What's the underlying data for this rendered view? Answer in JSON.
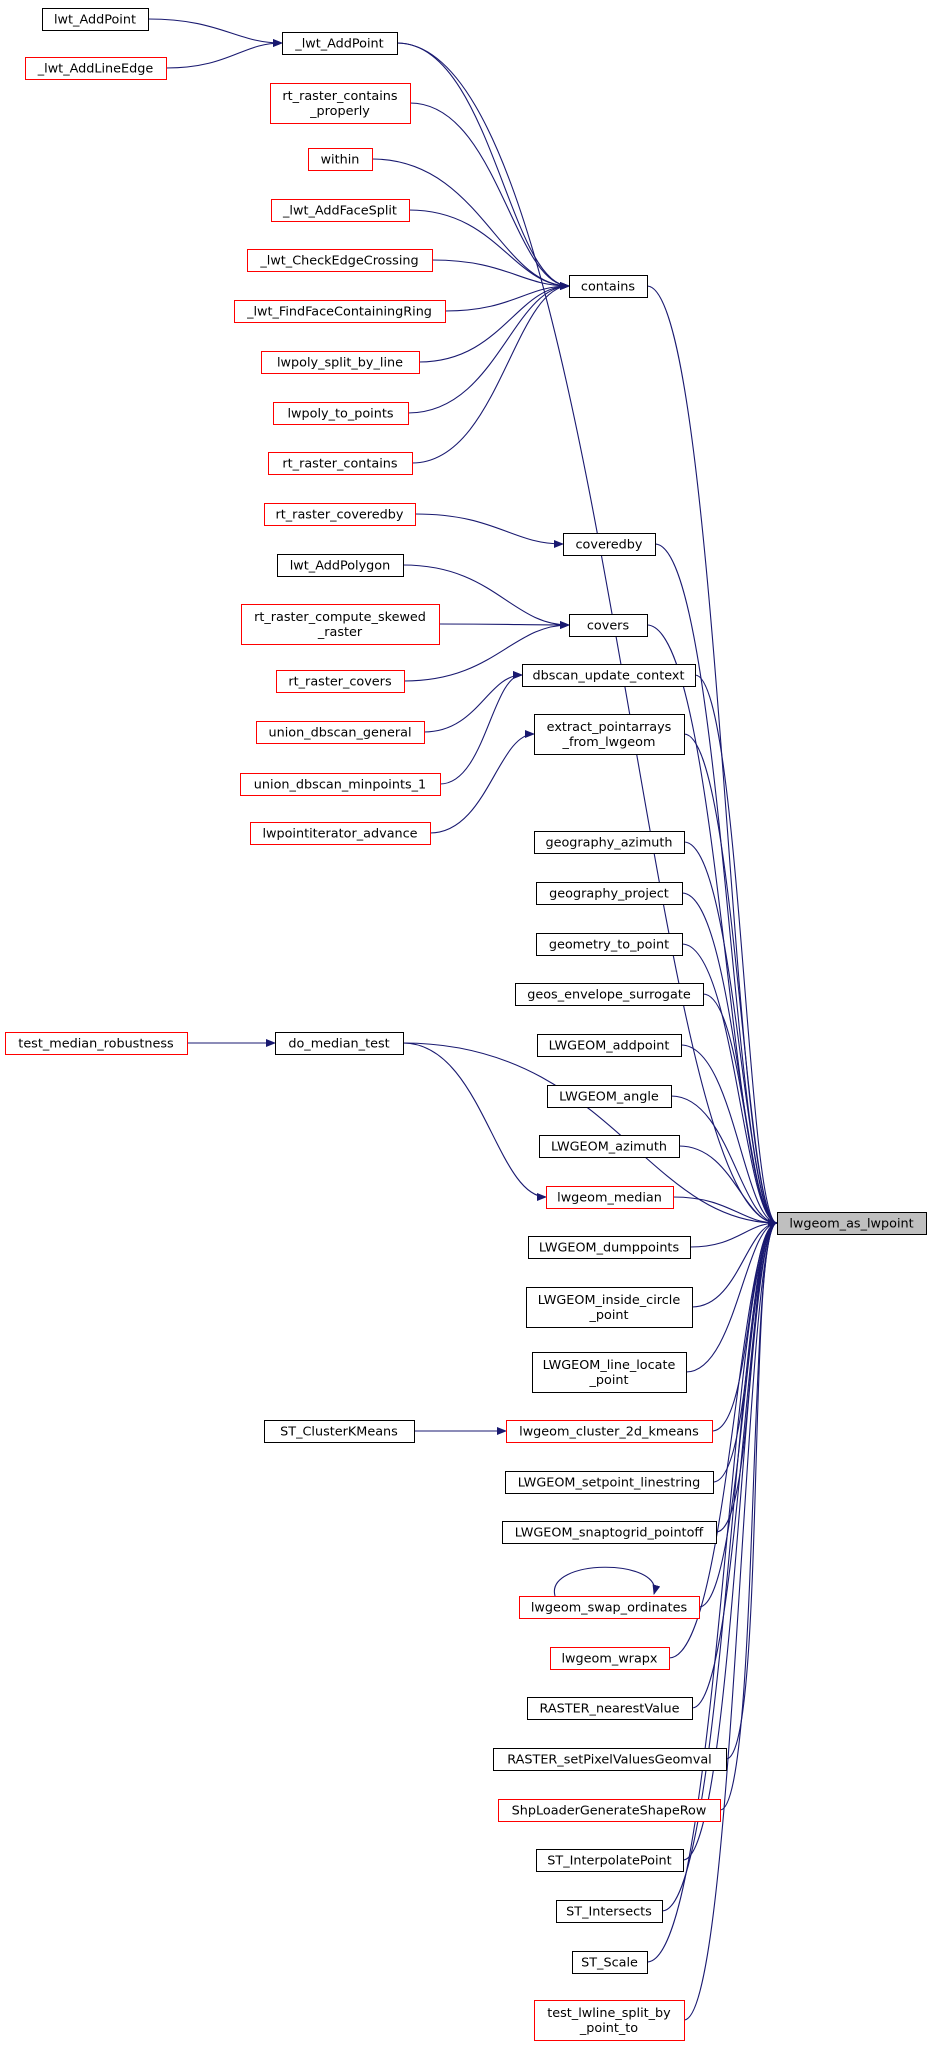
{
  "colors": {
    "edge": "#191970",
    "border_documented": "#000000",
    "border_truncated": "#ff0000",
    "target_fill": "#bfbfbf",
    "node_fill": "#ffffff"
  },
  "target": {
    "id": "lwgeom_as_lwpoint",
    "label": "lwgeom_as_lwpoint"
  },
  "nodes": [
    {
      "id": "lwt_AddPoint",
      "label": "lwt_AddPoint",
      "truncated": false
    },
    {
      "id": "_lwt_AddLineEdge",
      "label": "_lwt_AddLineEdge",
      "truncated": true
    },
    {
      "id": "_lwt_AddPoint",
      "label": "_lwt_AddPoint",
      "truncated": false
    },
    {
      "id": "rt_raster_contains_properly",
      "label": "rt_raster_contains\n_properly",
      "truncated": true
    },
    {
      "id": "within",
      "label": "within",
      "truncated": true
    },
    {
      "id": "_lwt_AddFaceSplit",
      "label": "_lwt_AddFaceSplit",
      "truncated": true
    },
    {
      "id": "_lwt_CheckEdgeCrossing",
      "label": "_lwt_CheckEdgeCrossing",
      "truncated": true
    },
    {
      "id": "_lwt_FindFaceContainingRing",
      "label": "_lwt_FindFaceContainingRing",
      "truncated": true
    },
    {
      "id": "lwpoly_split_by_line",
      "label": "lwpoly_split_by_line",
      "truncated": true
    },
    {
      "id": "lwpoly_to_points",
      "label": "lwpoly_to_points",
      "truncated": true
    },
    {
      "id": "rt_raster_contains",
      "label": "rt_raster_contains",
      "truncated": true
    },
    {
      "id": "contains",
      "label": "contains",
      "truncated": false
    },
    {
      "id": "rt_raster_coveredby",
      "label": "rt_raster_coveredby",
      "truncated": true
    },
    {
      "id": "coveredby",
      "label": "coveredby",
      "truncated": false
    },
    {
      "id": "lwt_AddPolygon",
      "label": "lwt_AddPolygon",
      "truncated": false
    },
    {
      "id": "rt_raster_compute_skewed_raster",
      "label": "rt_raster_compute_skewed\n_raster",
      "truncated": true
    },
    {
      "id": "covers",
      "label": "covers",
      "truncated": false
    },
    {
      "id": "rt_raster_covers",
      "label": "rt_raster_covers",
      "truncated": true
    },
    {
      "id": "dbscan_update_context",
      "label": "dbscan_update_context",
      "truncated": false
    },
    {
      "id": "union_dbscan_general",
      "label": "union_dbscan_general",
      "truncated": true
    },
    {
      "id": "extract_pointarrays_from_lwgeom",
      "label": "extract_pointarrays\n_from_lwgeom",
      "truncated": false
    },
    {
      "id": "union_dbscan_minpoints_1",
      "label": "union_dbscan_minpoints_1",
      "truncated": true
    },
    {
      "id": "lwpointiterator_advance",
      "label": "lwpointiterator_advance",
      "truncated": true
    },
    {
      "id": "geography_azimuth",
      "label": "geography_azimuth",
      "truncated": false
    },
    {
      "id": "geography_project",
      "label": "geography_project",
      "truncated": false
    },
    {
      "id": "geometry_to_point",
      "label": "geometry_to_point",
      "truncated": false
    },
    {
      "id": "geos_envelope_surrogate",
      "label": "geos_envelope_surrogate",
      "truncated": false
    },
    {
      "id": "test_median_robustness",
      "label": "test_median_robustness",
      "truncated": true
    },
    {
      "id": "do_median_test",
      "label": "do_median_test",
      "truncated": false
    },
    {
      "id": "LWGEOM_addpoint",
      "label": "LWGEOM_addpoint",
      "truncated": false
    },
    {
      "id": "LWGEOM_angle",
      "label": "LWGEOM_angle",
      "truncated": false
    },
    {
      "id": "LWGEOM_azimuth",
      "label": "LWGEOM_azimuth",
      "truncated": false
    },
    {
      "id": "lwgeom_median",
      "label": "lwgeom_median",
      "truncated": true
    },
    {
      "id": "LWGEOM_dumppoints",
      "label": "LWGEOM_dumppoints",
      "truncated": false
    },
    {
      "id": "LWGEOM_inside_circle_point",
      "label": "LWGEOM_inside_circle\n_point",
      "truncated": false
    },
    {
      "id": "LWGEOM_line_locate_point",
      "label": "LWGEOM_line_locate\n_point",
      "truncated": false
    },
    {
      "id": "ST_ClusterKMeans",
      "label": "ST_ClusterKMeans",
      "truncated": false
    },
    {
      "id": "lwgeom_cluster_2d_kmeans",
      "label": "lwgeom_cluster_2d_kmeans",
      "truncated": true
    },
    {
      "id": "LWGEOM_setpoint_linestring",
      "label": "LWGEOM_setpoint_linestring",
      "truncated": false
    },
    {
      "id": "LWGEOM_snaptogrid_pointoff",
      "label": "LWGEOM_snaptogrid_pointoff",
      "truncated": false
    },
    {
      "id": "lwgeom_swap_ordinates",
      "label": "lwgeom_swap_ordinates",
      "truncated": true
    },
    {
      "id": "lwgeom_wrapx",
      "label": "lwgeom_wrapx",
      "truncated": true
    },
    {
      "id": "RASTER_nearestValue",
      "label": "RASTER_nearestValue",
      "truncated": false
    },
    {
      "id": "RASTER_setPixelValuesGeomval",
      "label": "RASTER_setPixelValuesGeomval",
      "truncated": false
    },
    {
      "id": "ShpLoaderGenerateShapeRow",
      "label": "ShpLoaderGenerateShapeRow",
      "truncated": true
    },
    {
      "id": "ST_InterpolatePoint",
      "label": "ST_InterpolatePoint",
      "truncated": false
    },
    {
      "id": "ST_Intersects",
      "label": "ST_Intersects",
      "truncated": false
    },
    {
      "id": "ST_Scale",
      "label": "ST_Scale",
      "truncated": false
    },
    {
      "id": "test_lwline_split_by_point_to",
      "label": "test_lwline_split_by\n_point_to",
      "truncated": true
    }
  ],
  "edges": [
    [
      "lwt_AddPoint",
      "_lwt_AddPoint"
    ],
    [
      "_lwt_AddLineEdge",
      "_lwt_AddPoint"
    ],
    [
      "_lwt_AddPoint",
      "contains"
    ],
    [
      "_lwt_AddPoint",
      "lwgeom_as_lwpoint"
    ],
    [
      "rt_raster_contains_properly",
      "contains"
    ],
    [
      "within",
      "contains"
    ],
    [
      "_lwt_AddFaceSplit",
      "contains"
    ],
    [
      "_lwt_CheckEdgeCrossing",
      "contains"
    ],
    [
      "_lwt_FindFaceContainingRing",
      "contains"
    ],
    [
      "lwpoly_split_by_line",
      "contains"
    ],
    [
      "lwpoly_to_points",
      "contains"
    ],
    [
      "rt_raster_contains",
      "contains"
    ],
    [
      "contains",
      "lwgeom_as_lwpoint"
    ],
    [
      "rt_raster_coveredby",
      "coveredby"
    ],
    [
      "coveredby",
      "lwgeom_as_lwpoint"
    ],
    [
      "lwt_AddPolygon",
      "covers"
    ],
    [
      "rt_raster_compute_skewed_raster",
      "covers"
    ],
    [
      "rt_raster_covers",
      "covers"
    ],
    [
      "covers",
      "lwgeom_as_lwpoint"
    ],
    [
      "union_dbscan_general",
      "dbscan_update_context"
    ],
    [
      "union_dbscan_minpoints_1",
      "dbscan_update_context"
    ],
    [
      "dbscan_update_context",
      "lwgeom_as_lwpoint"
    ],
    [
      "lwpointiterator_advance",
      "extract_pointarrays_from_lwgeom"
    ],
    [
      "extract_pointarrays_from_lwgeom",
      "lwgeom_as_lwpoint"
    ],
    [
      "geography_azimuth",
      "lwgeom_as_lwpoint"
    ],
    [
      "geography_project",
      "lwgeom_as_lwpoint"
    ],
    [
      "geometry_to_point",
      "lwgeom_as_lwpoint"
    ],
    [
      "geos_envelope_surrogate",
      "lwgeom_as_lwpoint"
    ],
    [
      "test_median_robustness",
      "do_median_test"
    ],
    [
      "do_median_test",
      "lwgeom_as_lwpoint"
    ],
    [
      "do_median_test",
      "lwgeom_median"
    ],
    [
      "LWGEOM_addpoint",
      "lwgeom_as_lwpoint"
    ],
    [
      "LWGEOM_angle",
      "lwgeom_as_lwpoint"
    ],
    [
      "LWGEOM_azimuth",
      "lwgeom_as_lwpoint"
    ],
    [
      "lwgeom_median",
      "lwgeom_as_lwpoint"
    ],
    [
      "LWGEOM_dumppoints",
      "lwgeom_as_lwpoint"
    ],
    [
      "LWGEOM_inside_circle_point",
      "lwgeom_as_lwpoint"
    ],
    [
      "LWGEOM_line_locate_point",
      "lwgeom_as_lwpoint"
    ],
    [
      "ST_ClusterKMeans",
      "lwgeom_cluster_2d_kmeans"
    ],
    [
      "lwgeom_cluster_2d_kmeans",
      "lwgeom_as_lwpoint"
    ],
    [
      "LWGEOM_setpoint_linestring",
      "lwgeom_as_lwpoint"
    ],
    [
      "LWGEOM_snaptogrid_pointoff",
      "lwgeom_as_lwpoint"
    ],
    [
      "lwgeom_swap_ordinates",
      "lwgeom_swap_ordinates"
    ],
    [
      "lwgeom_swap_ordinates",
      "lwgeom_as_lwpoint"
    ],
    [
      "lwgeom_wrapx",
      "lwgeom_as_lwpoint"
    ],
    [
      "RASTER_nearestValue",
      "lwgeom_as_lwpoint"
    ],
    [
      "RASTER_setPixelValuesGeomval",
      "lwgeom_as_lwpoint"
    ],
    [
      "ShpLoaderGenerateShapeRow",
      "lwgeom_as_lwpoint"
    ],
    [
      "ST_InterpolatePoint",
      "lwgeom_as_lwpoint"
    ],
    [
      "ST_Intersects",
      "lwgeom_as_lwpoint"
    ],
    [
      "ST_Scale",
      "lwgeom_as_lwpoint"
    ],
    [
      "test_lwline_split_by_point_to",
      "lwgeom_as_lwpoint"
    ]
  ]
}
